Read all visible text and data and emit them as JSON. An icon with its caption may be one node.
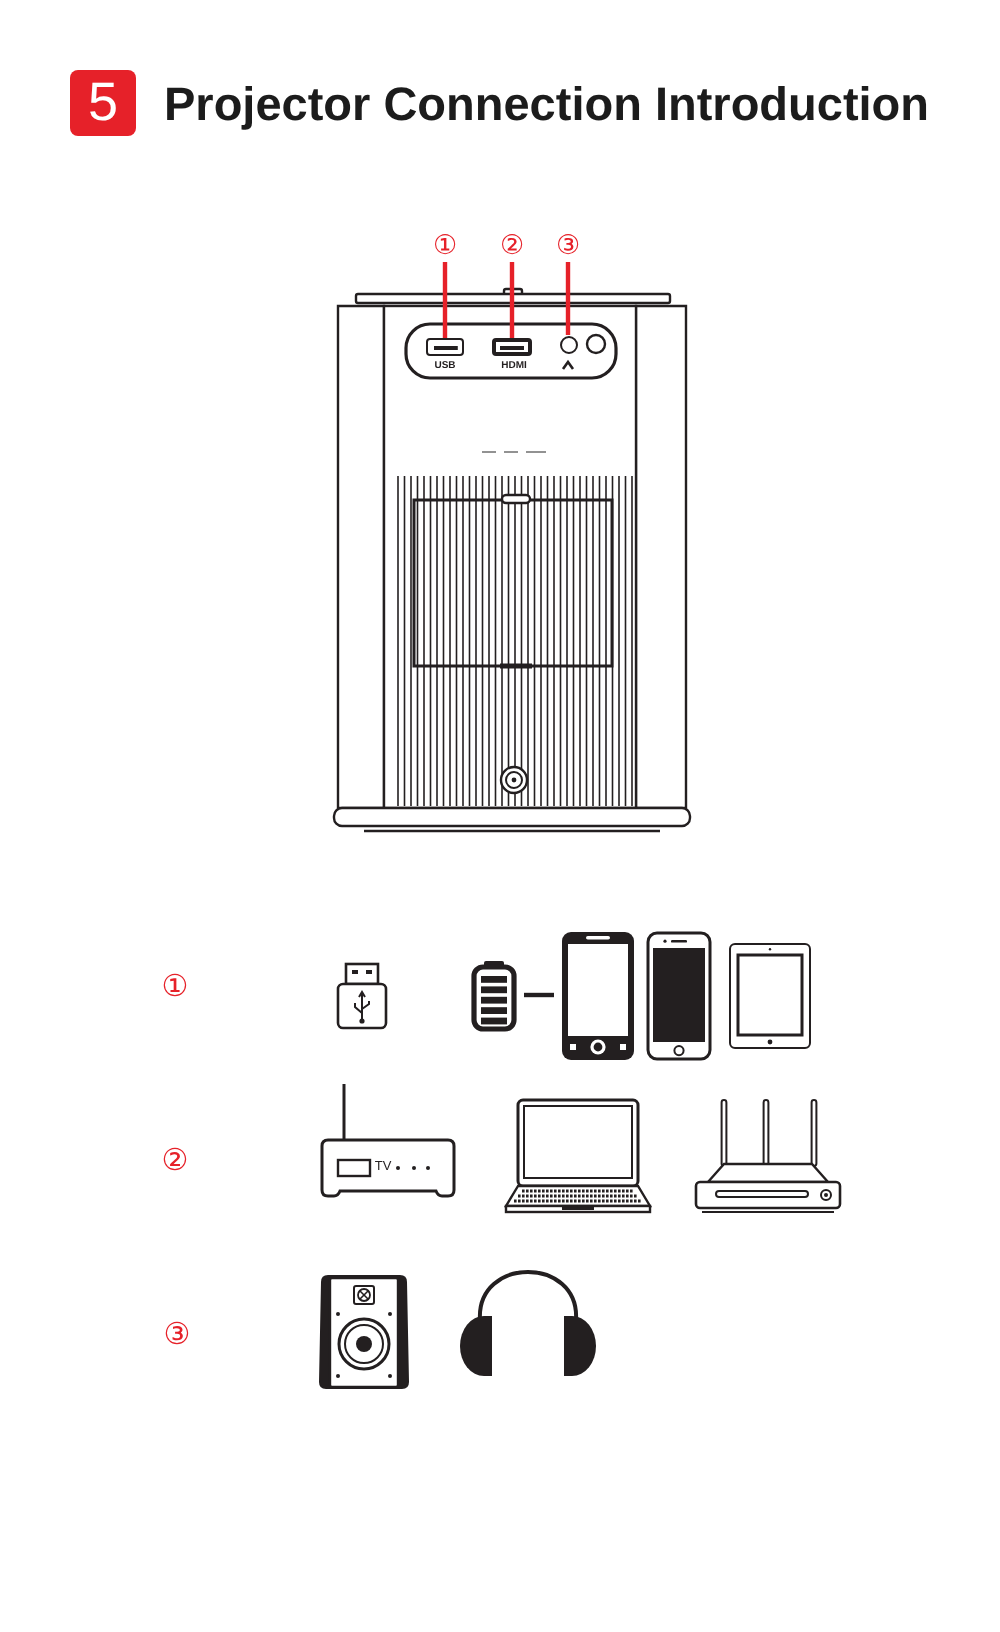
{
  "diagram": {
    "title": "Projector Connection Introduction",
    "nodes": [
      {
        "text": [
          "5"
        ]
      },
      {
        "text": [
          "①"
        ]
      },
      {
        "text": [
          "②"
        ]
      },
      {
        "text": [
          "③"
        ]
      },
      {
        "text": [],
        "shape": "box",
        "beside": [
          "USB"
        ]
      },
      {
        "text": [],
        "shape": "box",
        "beside": [
          "HDMI"
        ]
      },
      {
        "text": [],
        "shape": "circle"
      },
      {
        "text": [],
        "shape": "picture"
      },
      {
        "text": [],
        "shape": "picture"
      }
    ],
    "edges": [
      {
        "from": 1,
        "to": 4,
        "arrow": "none"
      },
      {
        "from": 2,
        "to": 5,
        "arrow": "none"
      },
      {
        "from": 3,
        "to": 6,
        "arrow": "none"
      },
      {
        "from": 7,
        "to": 8,
        "arrow": "none",
        "color": "#231f20"
      }
    ],
    "labels": [
      "①",
      "②",
      "TV",
      "③"
    ]
  }
}
